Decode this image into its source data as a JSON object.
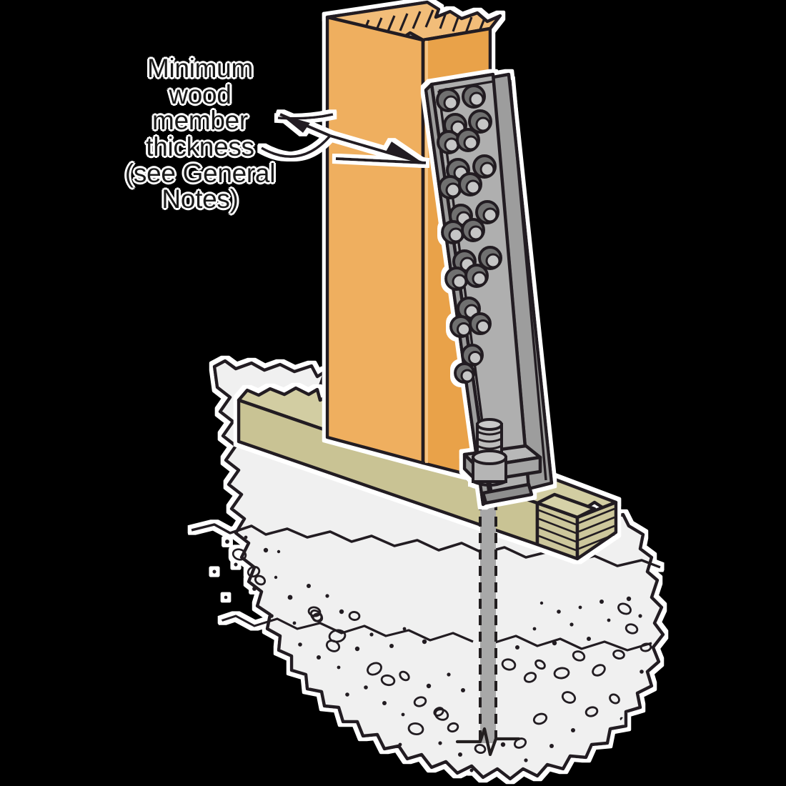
{
  "drawing": {
    "title": "Post base holdown connector isometric detail",
    "background_color": "#000000",
    "annotations": [
      {
        "id": "min-thickness-callout",
        "text": "Minimum\nwood\nmember\nthickness\n(see General\nNotes)",
        "text_color": "#1a1a1a",
        "halo_color": "#ffffff",
        "leader": "double-headed-dimension-arrow",
        "points_to": "wood-post-thickness"
      }
    ],
    "components": [
      {
        "id": "wood-post",
        "label": "Wood post",
        "fill": "#efaf5f",
        "side_fill": "#e9a24a",
        "top_fill": "#f2bd79",
        "break_symbol": "hatched cut-away at top"
      },
      {
        "id": "sill-plate",
        "label": "Wood sill plate",
        "fill": "#c9c394",
        "side_fill": "#bdb684",
        "top_fill": "#d2cda2",
        "break_symbol": "jagged break at left, hatched end-grain cut at right"
      },
      {
        "id": "holdown-connector",
        "label": "Metal holdown connector strap",
        "fill": "#afafaf",
        "flange_fill": "#9d9d9d",
        "dark_fill": "#8e8e8e",
        "nail_holes": 20,
        "hole_ring_color": "#3a3a3a"
      },
      {
        "id": "anchor-bolt",
        "label": "Threaded anchor bolt with nut",
        "fill": "#b3b3b3",
        "thread_lines": 6
      },
      {
        "id": "anchor-rod",
        "label": "Embedded anchor rod (hidden line)",
        "fill": "#a8a8a8",
        "line_style": "dashed hidden line with break symbol at bottom"
      },
      {
        "id": "concrete-foundation",
        "label": "Concrete foundation",
        "fill": "#f0f0f0",
        "edge": "irregular broken-concrete outline",
        "aggregate": "speckles and stones"
      }
    ],
    "colors": {
      "outline": "#231f20",
      "post": "#efaf5f",
      "sill": "#c9c394",
      "metal": "#afafaf",
      "concrete": "#f0f0f0",
      "background": "#000000",
      "halo": "#ffffff"
    }
  }
}
